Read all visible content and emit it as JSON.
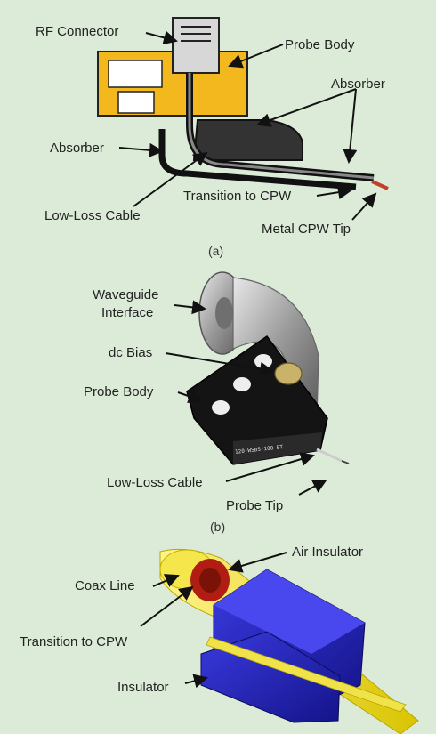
{
  "panel_a": {
    "caption": "(a)",
    "labels": {
      "rf_connector": "RF Connector",
      "probe_body": "Probe Body",
      "absorber_right": "Absorber",
      "absorber_left": "Absorber",
      "transition_to_cpw": "Transition to CPW",
      "low_loss_cable": "Low-Loss Cable",
      "metal_cpw_tip": "Metal CPW Tip"
    }
  },
  "panel_b": {
    "caption": "(b)",
    "labels": {
      "waveguide_interface_1": "Waveguide",
      "waveguide_interface_2": "Interface",
      "dc_bias": "dc Bias",
      "probe_body": "Probe Body",
      "low_loss_cable": "Low-Loss Cable",
      "probe_tip": "Probe Tip"
    },
    "stamp": "120-WSBS-100-BT"
  },
  "panel_c": {
    "labels": {
      "air_insulator": "Air Insulator",
      "coax_line": "Coax Line",
      "transition_to_cpw": "Transition to CPW",
      "insulator": "Insulator"
    }
  }
}
